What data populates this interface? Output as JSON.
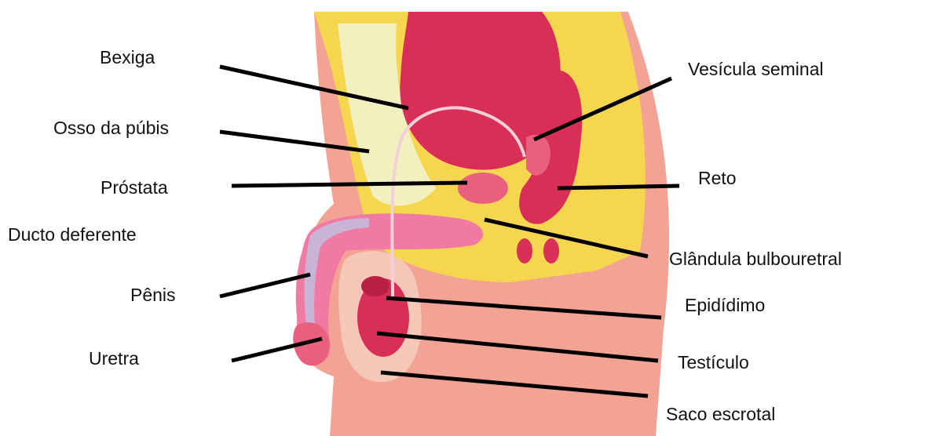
{
  "labels": {
    "bexiga": "Bexiga",
    "osso_pubis": "Osso da púbis",
    "prostata": "Próstata",
    "ducto_deferente": "Ducto deferente",
    "penis": "Pênis",
    "uretra": "Uretra",
    "vesicula_seminal": "Vesícula seminal",
    "reto": "Reto",
    "glandula_bulbouretral": "Glândula bulbouretral",
    "epididimo": "Epidídimo",
    "testiculo": "Testículo",
    "saco_escrotal": "Saco escrotal"
  },
  "colors": {
    "skin": "#f2a393",
    "fat": "#f5d64e",
    "bone": "#f3f0c0",
    "organ": "#d92e55",
    "organ_light": "#e8607d",
    "penis_pink": "#f07aa3",
    "lavender": "#c9b4d8",
    "leader": "#000000"
  }
}
